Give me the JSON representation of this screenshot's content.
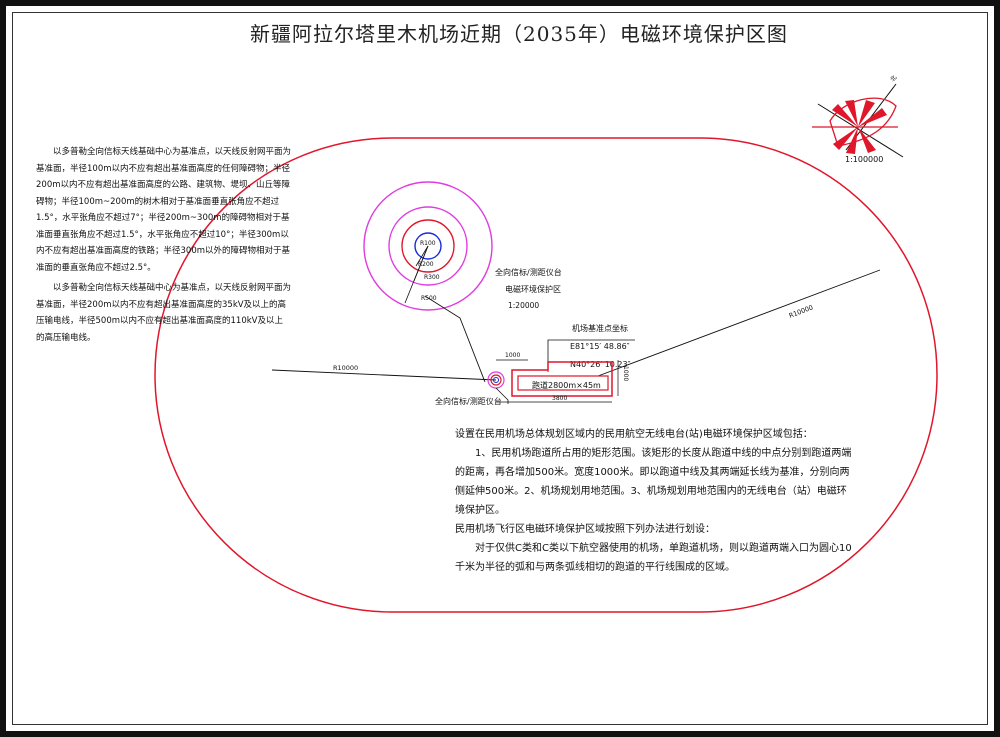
{
  "title": "新疆阿拉尔塔里木机场近期（2035年）电磁环境保护区图",
  "compass": {
    "scale": "1:100000",
    "north_marker": "北"
  },
  "circle_labels": {
    "r100": "R100",
    "r200": "R200",
    "r300": "R300",
    "r500": "R500",
    "r10000_left": "R10000",
    "r10000_right": "R10000"
  },
  "vor_zone": {
    "line1": "全向信标/测距仪台",
    "line2": "电磁环境保护区",
    "scale": "1:20000"
  },
  "airport_ref": {
    "title": "机场基准点坐标",
    "lon": "E81°15′ 48.86″",
    "lat": "N40°26′ 10.23″"
  },
  "runway": {
    "label": "跑道2800m×45m",
    "dim_offset": "1000",
    "dim_length": "3800",
    "dim_width": "1000"
  },
  "vor_label": "全向信标/测距仪台",
  "left_notes": [
    "以多普勒全向信标天线基础中心为基准点，以天线反射网平面为基准面，半径100m以内不应有超出基准面高度的任何障碍物；半径200m以内不应有超出基准面高度的公路、建筑物、堤坝、山丘等障碍物；半径100m~200m的树木相对于基准面垂直张角应不超过1.5°，水平张角应不超过7°；半径200m~300m的障碍物相对于基准面垂直张角应不超过1.5°，水平张角应不超过10°；半径300m以内不应有超出基准面高度的铁路；半径300m以外的障碍物相对于基准面的垂直张角应不超过2.5°。",
    "以多普勒全向信标天线基础中心为基准点，以天线反射网平面为基准面，半径200m以内不应有超出基准面高度的35kV及以上的高压输电线，半径500m以内不应有超出基准面高度的110kV及以上的高压输电线。"
  ],
  "bottom_notes": [
    "设置在民用机场总体规划区域内的民用航空无线电台(站)电磁环境保护区域包括：",
    "1、民用机场跑道所占用的矩形范围。该矩形的长度从跑道中线的中点分别到跑道两端的距离，再各增加500米。宽度1000米。即以跑道中线及其两端延长线为基准，分别向两侧延伸500米。2、机场规划用地范围。3、机场规划用地范围内的无线电台（站）电磁环境保护区。",
    "民用机场飞行区电磁环境保护区域按照下列办法进行划设：",
    "对于仅供C类和C类以下航空器使用的机场，单跑道机场，则以跑道两端入口为圆心10千米为半径的弧和与两条弧线相切的跑道的平行线围成的区域。"
  ],
  "colors": {
    "red": "#e0162b",
    "magenta": "#e03ce0",
    "blue": "#1a2bd8",
    "black": "#111111"
  }
}
